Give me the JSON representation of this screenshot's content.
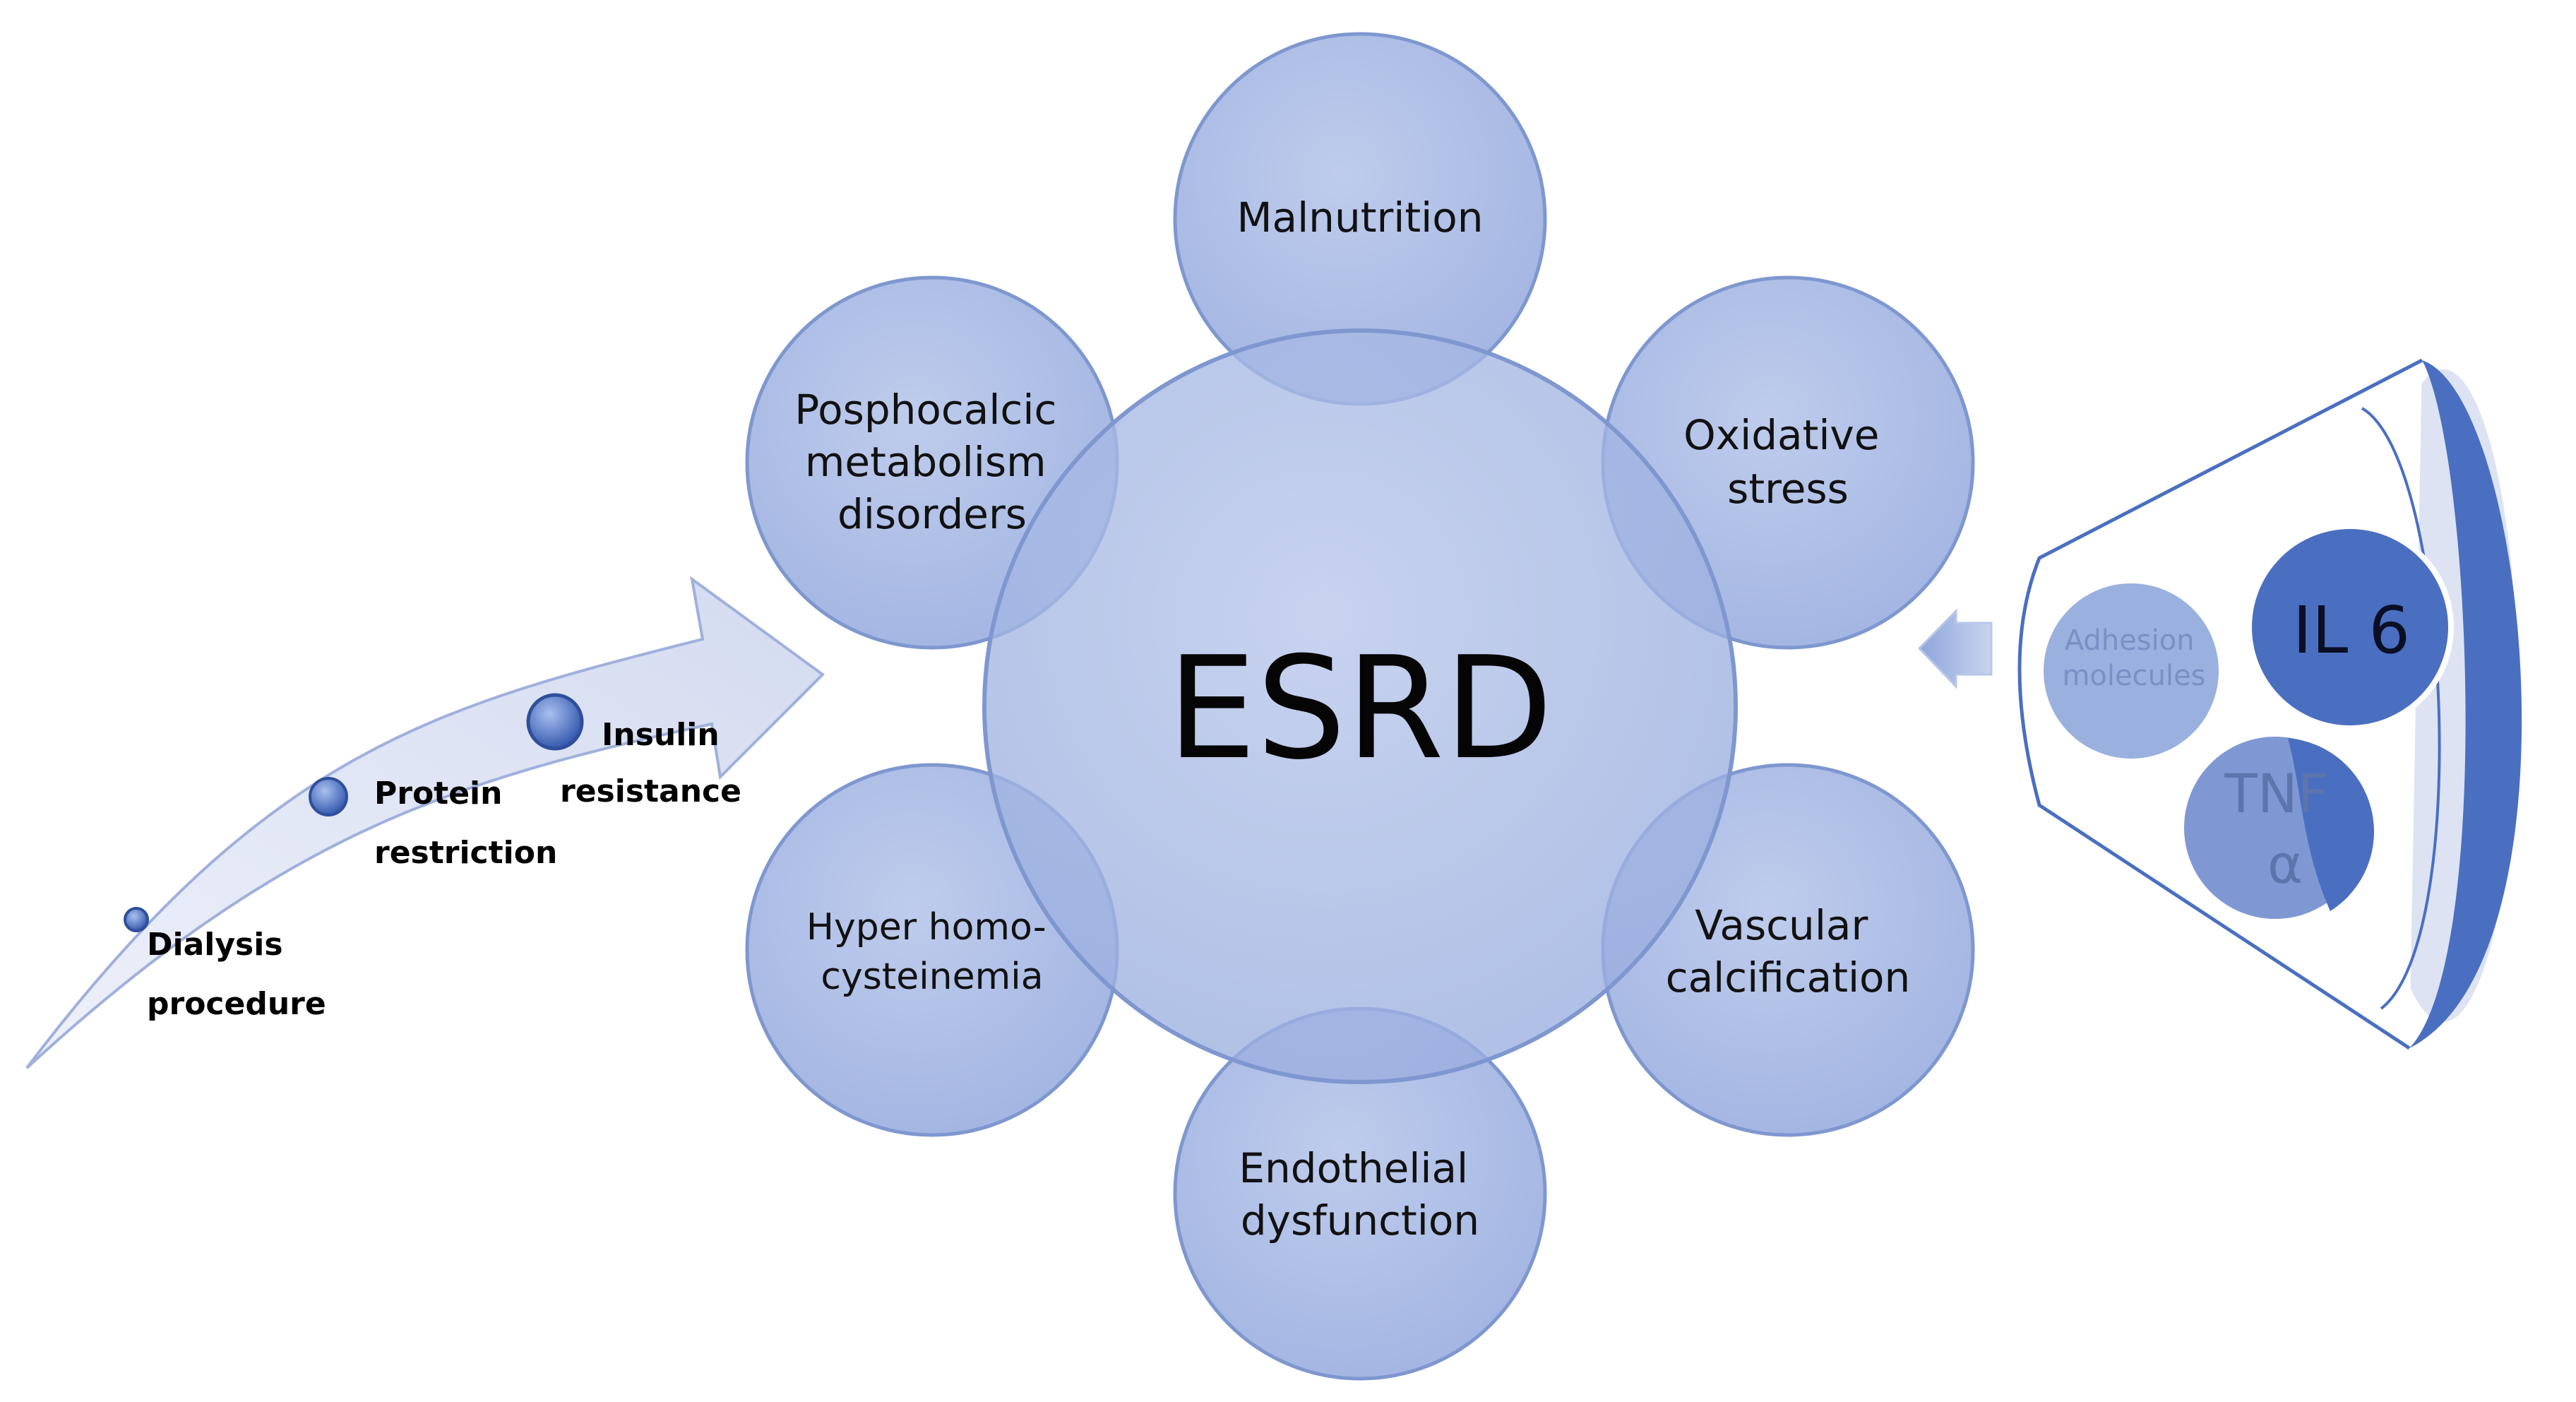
{
  "center": {
    "label": "ESRD"
  },
  "satellites": [
    {
      "id": "malnutrition",
      "lines": [
        "Malnutrition"
      ]
    },
    {
      "id": "oxidative-stress",
      "lines": [
        "Oxidative",
        "stress"
      ]
    },
    {
      "id": "vascular-calcification",
      "lines": [
        "Vascular",
        "calcification"
      ]
    },
    {
      "id": "endothelial-dysfunction",
      "lines": [
        "Endothelial",
        "dysfunction"
      ]
    },
    {
      "id": "hyperhomocysteinemia",
      "lines": [
        "Hyper homo-",
        "cysteinemia"
      ]
    },
    {
      "id": "phosphocalcic-disorders",
      "lines": [
        "Posphocalcic",
        "metabolism",
        "disorders"
      ]
    }
  ],
  "risk_factors": [
    {
      "id": "dialysis-procedure",
      "lines": [
        "Dialysis",
        "procedure"
      ]
    },
    {
      "id": "protein-restriction",
      "lines": [
        "Protein",
        "restriction"
      ]
    },
    {
      "id": "insulin-resistance",
      "lines": [
        "Insulin",
        "resistance"
      ]
    }
  ],
  "inflammation": {
    "adhesion": [
      "Adhesion",
      "molecules"
    ],
    "il6": "IL 6",
    "tnf": [
      "TNF",
      "α"
    ]
  },
  "colors": {
    "bubble_fill": "#a7b9e3",
    "bubble_stroke": "#7f97cf",
    "arrow_fill": "#dfe4f3",
    "cone_blue": "#4a6fc1",
    "bead": "#4f74c9"
  }
}
